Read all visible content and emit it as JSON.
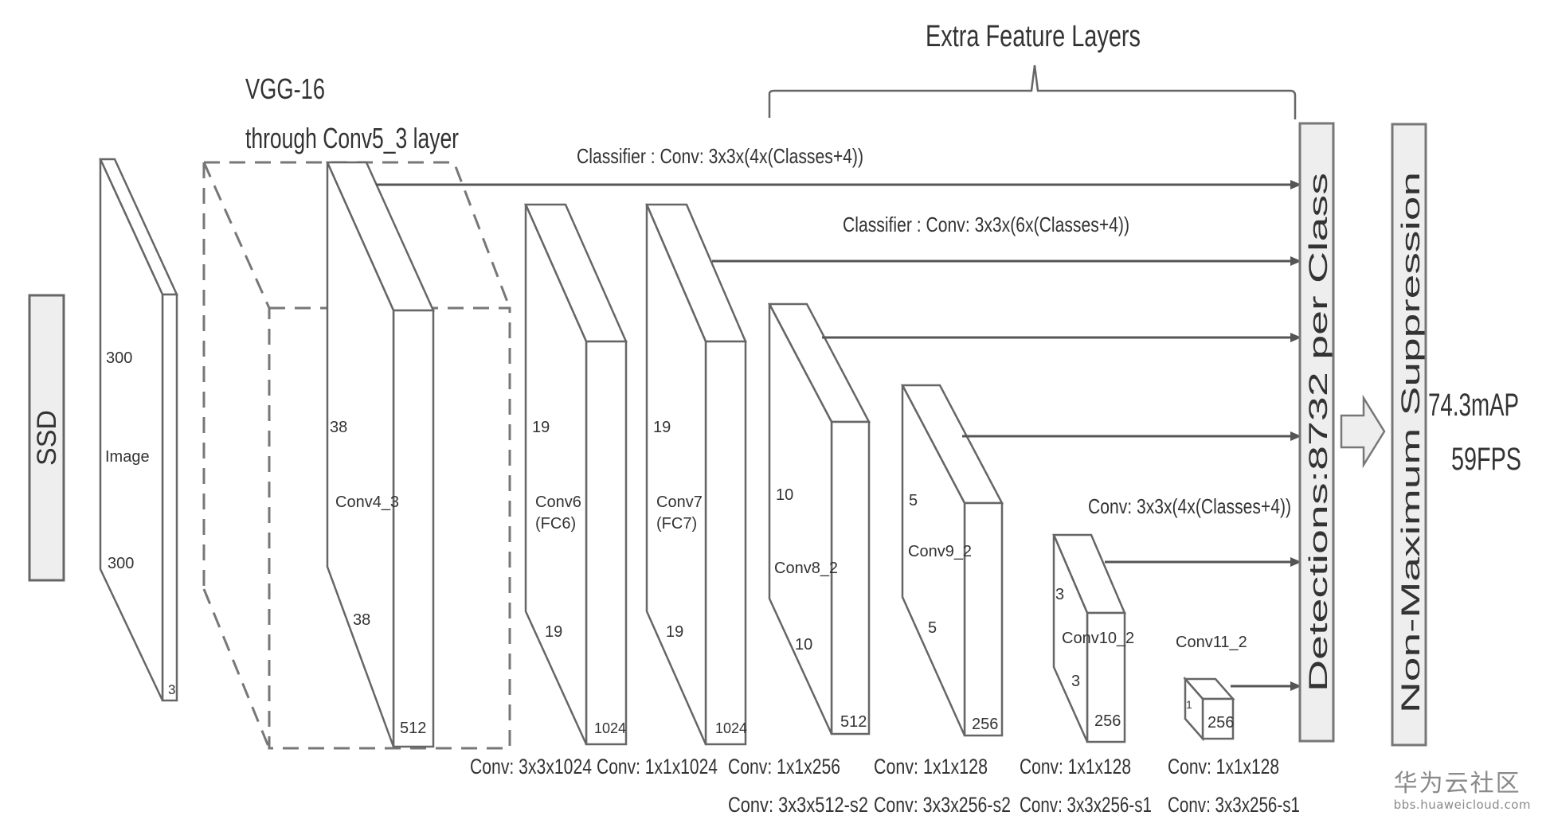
{
  "title_box": {
    "label": "SSD"
  },
  "vgg": {
    "title_line1": "VGG-16",
    "title_line2": "through Conv5_3 layer"
  },
  "extra_layers": {
    "label": "Extra Feature Layers"
  },
  "classifiers": {
    "conv4_3": "Classifier : Conv: 3x3x(4x(Classes+4))",
    "fc7": "Classifier : Conv: 3x3x(6x(Classes+4))",
    "conv10_2": "Conv: 3x3x(4x(Classes+4))"
  },
  "layers": [
    {
      "id": "image",
      "name": "Image",
      "top_dim": "300",
      "bottom_dim": "300",
      "depth": "3"
    },
    {
      "id": "conv4_3",
      "name": "Conv4_3",
      "top_dim": "38",
      "bottom_dim": "38",
      "depth": "512"
    },
    {
      "id": "conv6",
      "name": "Conv6",
      "name2": "(FC6)",
      "top_dim": "19",
      "bottom_dim": "19",
      "depth": "1024"
    },
    {
      "id": "conv7",
      "name": "Conv7",
      "name2": "(FC7)",
      "top_dim": "19",
      "bottom_dim": "19",
      "depth": "1024"
    },
    {
      "id": "conv8_2",
      "name": "Conv8_2",
      "top_dim": "10",
      "bottom_dim": "10",
      "depth": "512"
    },
    {
      "id": "conv9_2",
      "name": "Conv9_2",
      "top_dim": "5",
      "bottom_dim": "5",
      "depth": "256"
    },
    {
      "id": "conv10_2",
      "name": "Conv10_2",
      "top_dim": "3",
      "bottom_dim": "3",
      "depth": "256"
    },
    {
      "id": "conv11_2",
      "name": "Conv11_2",
      "top_dim": "1",
      "depth": "256"
    }
  ],
  "ops": {
    "conv6": [
      "Conv: 3x3x1024"
    ],
    "conv7": [
      "Conv: 1x1x1024"
    ],
    "conv8_2": [
      "Conv: 1x1x256",
      "Conv:  3x3x512-s2"
    ],
    "conv9_2": [
      "Conv: 1x1x128",
      "Conv: 3x3x256-s2"
    ],
    "conv10_2": [
      "Conv: 1x1x128",
      "Conv: 3x3x256-s1"
    ],
    "conv11_2": [
      "Conv: 1x1x128",
      "Conv: 3x3x256-s1"
    ]
  },
  "detections_box": {
    "label": "Detections:8732  per Class"
  },
  "nms_box": {
    "label": "Non-Maximum Suppression"
  },
  "results": {
    "map": "74.3mAP",
    "fps": "59FPS"
  },
  "watermark": {
    "brand": "华为云社区",
    "url": "bbs.huaweicloud.com"
  },
  "colors": {
    "line": "#555555",
    "box_fill": "#eeeeee",
    "text": "#333333"
  }
}
